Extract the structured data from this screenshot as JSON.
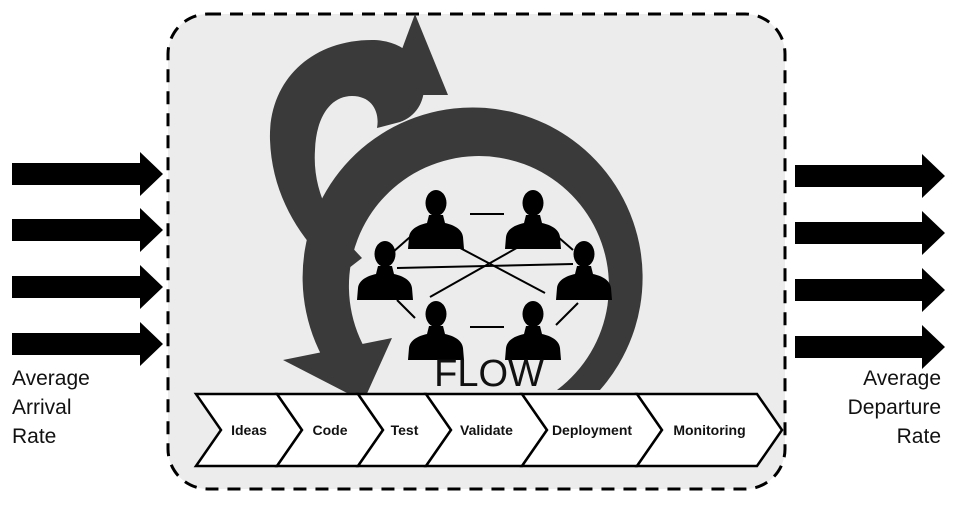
{
  "center_label": "FLOW",
  "arrival": {
    "label": "Average\nArrival\nRate",
    "arrow_count": 4
  },
  "departure": {
    "label": "Average\nDeparture\nRate",
    "arrow_count": 4
  },
  "pipeline": {
    "stages": [
      "Ideas",
      "Code",
      "Test",
      "Validate",
      "Deployment",
      "Monitoring"
    ]
  },
  "team": {
    "member_count": 6
  },
  "colors": {
    "panel_fill": "#ececec",
    "cycle_arrow": "#3a3a3a",
    "ink": "#000000"
  }
}
